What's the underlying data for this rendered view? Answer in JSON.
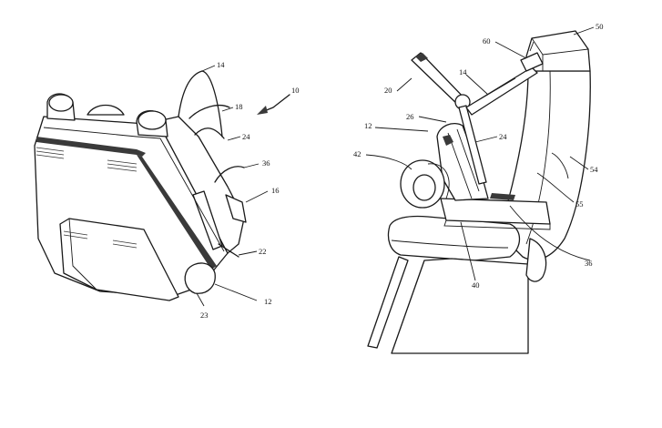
{
  "labels_left": [
    {
      "id": "10",
      "text": "10"
    },
    {
      "id": "14",
      "text": "14"
    },
    {
      "id": "18",
      "text": "18"
    },
    {
      "id": "24",
      "text": "24"
    },
    {
      "id": "36",
      "text": "36"
    },
    {
      "id": "16",
      "text": "16"
    },
    {
      "id": "22",
      "text": "22"
    },
    {
      "id": "12",
      "text": "12"
    },
    {
      "id": "23",
      "text": "23"
    }
  ],
  "labels_right": [
    {
      "id": "60",
      "text": "60"
    },
    {
      "id": "50",
      "text": "50"
    },
    {
      "id": "14",
      "text": "14"
    },
    {
      "id": "20",
      "text": "20"
    },
    {
      "id": "26",
      "text": "26"
    },
    {
      "id": "12",
      "text": "12"
    },
    {
      "id": "24",
      "text": "24"
    },
    {
      "id": "42",
      "text": "42"
    },
    {
      "id": "54",
      "text": "54"
    },
    {
      "id": "55",
      "text": "55"
    },
    {
      "id": "36",
      "text": "36"
    },
    {
      "id": "40",
      "text": "40"
    }
  ]
}
